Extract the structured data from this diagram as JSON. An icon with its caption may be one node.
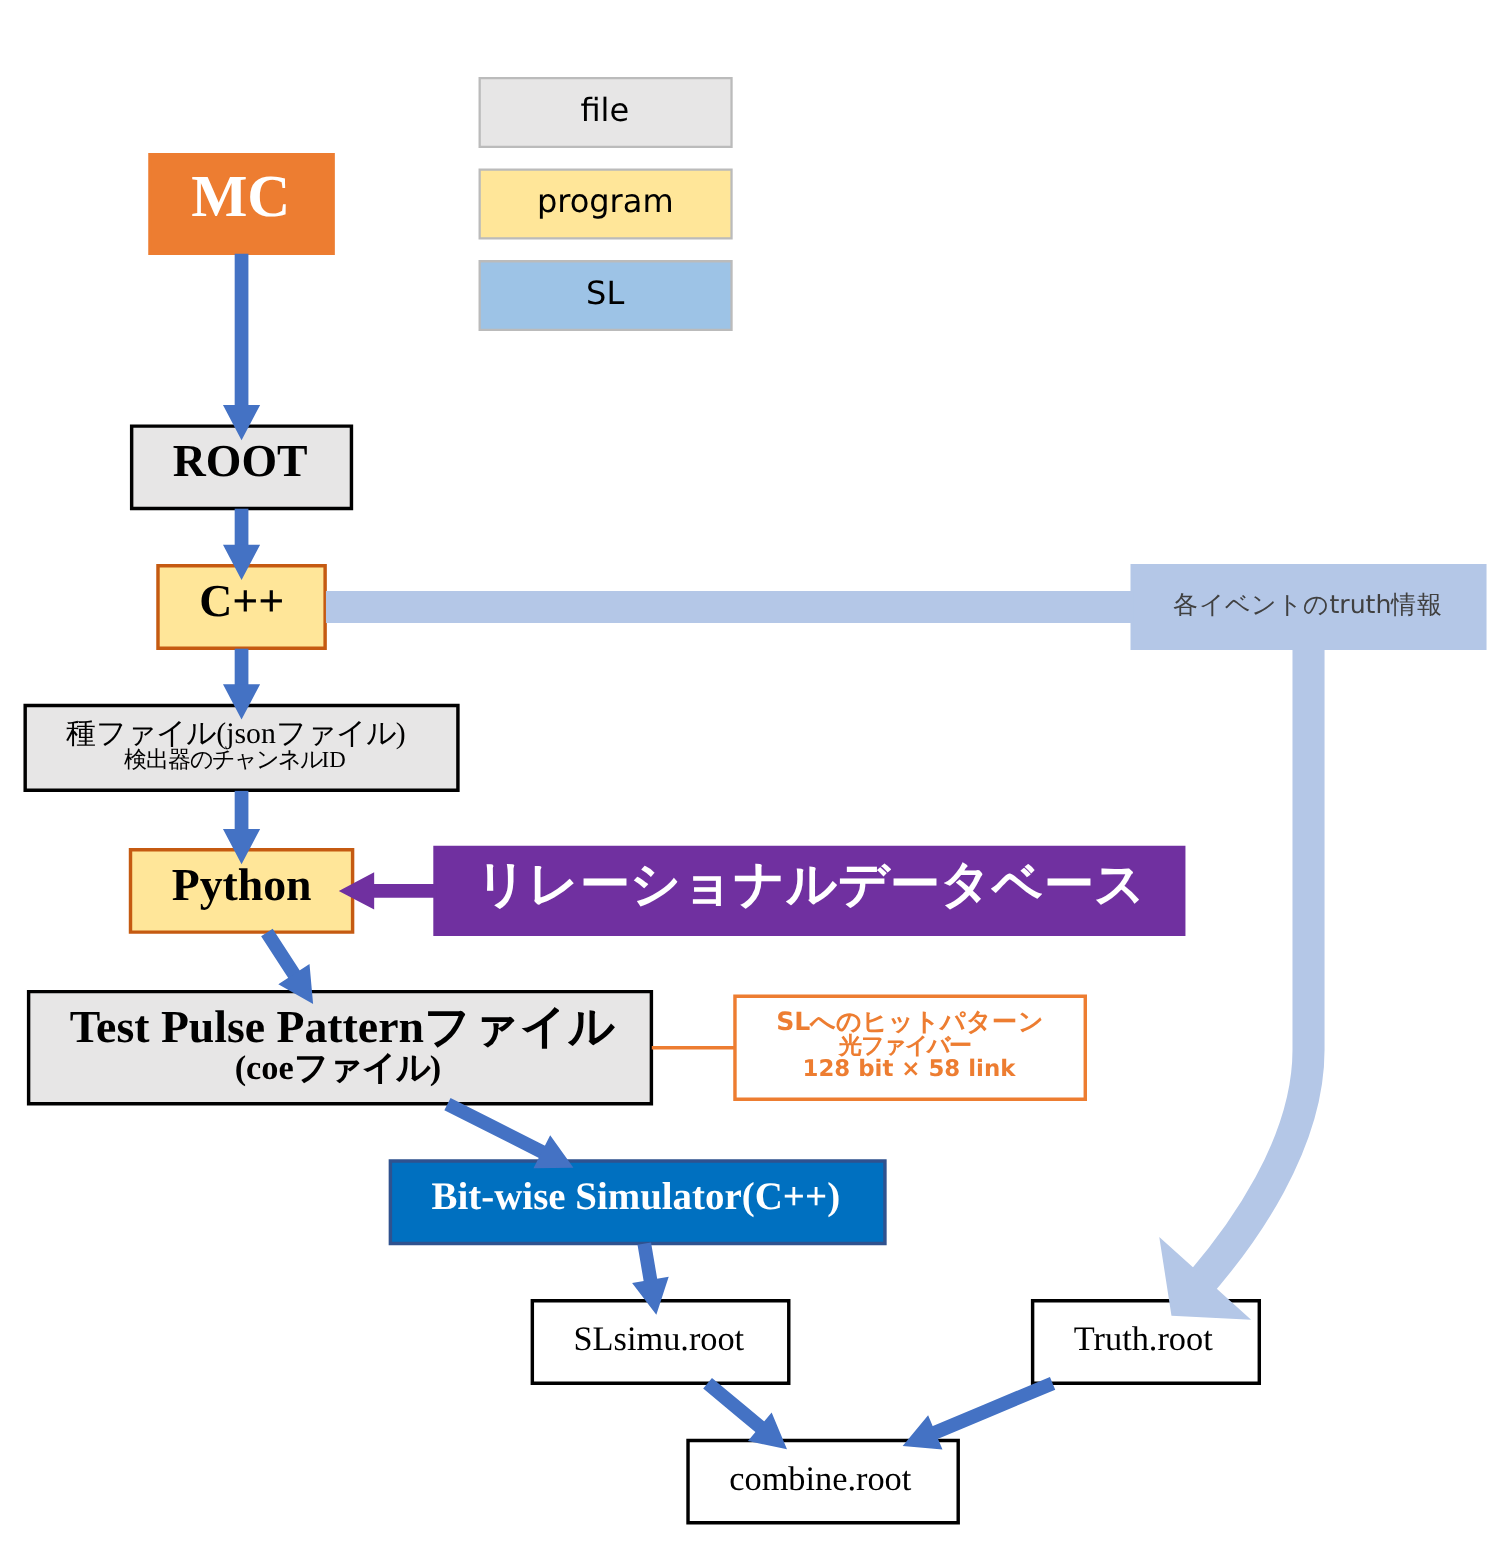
{
  "diagram": {
    "nodes": [
      {
        "text": [
          "MC"
        ]
      },
      {
        "text": [
          "ROOT"
        ]
      },
      {
        "text": [
          "C++"
        ]
      },
      {
        "text": [
          "各イベントのtruth情報"
        ]
      },
      {
        "text": [
          "種ファイル(jsonファイル)",
          "検出器のチャンネルID"
        ]
      },
      {
        "text": [
          "Python"
        ]
      },
      {
        "text": [
          "リレーショナルデータベース"
        ]
      },
      {
        "text": [
          "Test Pulse Patternファイル",
          "(coeファイル)"
        ]
      },
      {
        "text": [
          "SLへのヒットパターン",
          "光ファイバー",
          "128 bit × 58 link"
        ]
      },
      {
        "text": [
          "Bit-wise Simulator(C++)"
        ]
      },
      {
        "text": [
          "Truth.root"
        ]
      },
      {
        "text": [
          "SLsimu.root"
        ]
      },
      {
        "text": [
          "combine.root"
        ]
      }
    ],
    "edges": [
      {
        "from": 0,
        "to": 1,
        "arrow": "to"
      },
      {
        "from": 1,
        "to": 2,
        "arrow": "to"
      },
      {
        "from": 2,
        "to": 3,
        "arrow": "none",
        "style": "thick",
        "color": "#b4c7e7"
      },
      {
        "from": 3,
        "to": 10,
        "arrow": "to",
        "style": "thick",
        "color": "#b4c7e7"
      },
      {
        "from": 2,
        "to": 4,
        "arrow": "to"
      },
      {
        "from": 4,
        "to": 5,
        "arrow": "to"
      },
      {
        "from": 6,
        "to": 5,
        "arrow": "to",
        "color": "#7030a0"
      },
      {
        "from": 5,
        "to": 7,
        "arrow": "to"
      },
      {
        "from": 8,
        "to": 7,
        "arrow": "none",
        "color": "#ed7d31"
      },
      {
        "from": 7,
        "to": 9,
        "arrow": "to"
      },
      {
        "from": 9,
        "to": 11,
        "arrow": "to"
      },
      {
        "from": 10,
        "to": 12,
        "arrow": "to"
      },
      {
        "from": 11,
        "to": 12,
        "arrow": "to"
      }
    ],
    "legend": [
      {
        "text": "file",
        "color": "#e7e6e6"
      },
      {
        "text": "program",
        "color": "#ffe699"
      },
      {
        "text": "SL",
        "color": "#9dc3e6"
      }
    ]
  }
}
